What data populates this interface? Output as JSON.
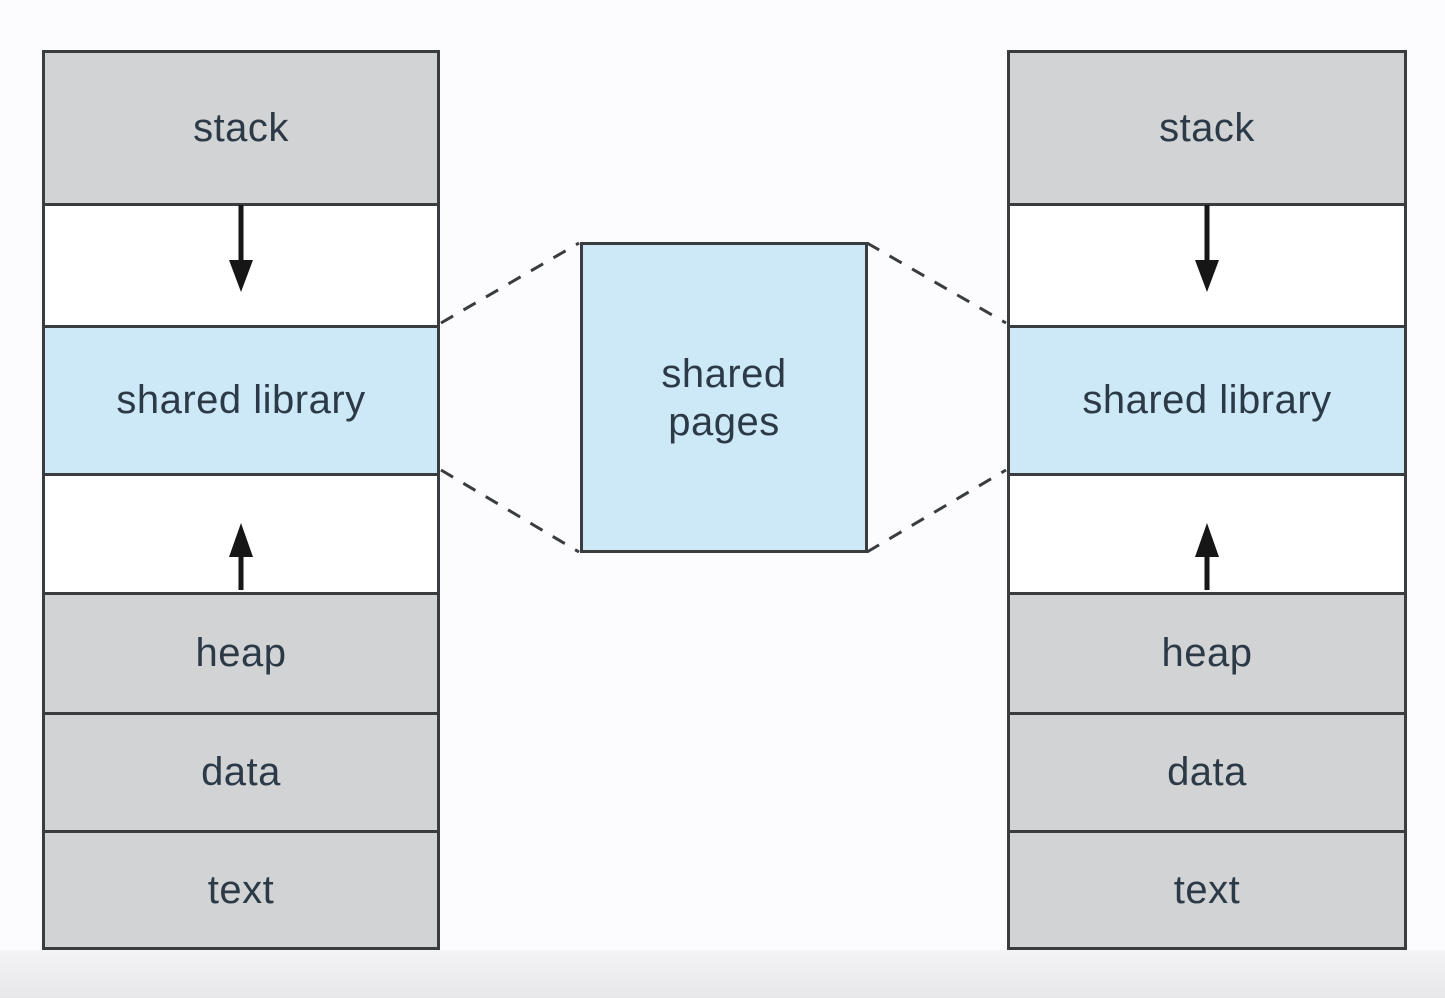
{
  "colors": {
    "background": "#fcfbfd",
    "box_gray": "#d2d3d5",
    "box_blue": "#cde9f7",
    "line": "#3a3d40",
    "label": "#2c3a47",
    "arrow": "#161616",
    "footer_strip": "#ebebed"
  },
  "left_process": {
    "stack_label": "stack",
    "shared_library_label": "shared library",
    "heap_label": "heap",
    "data_label": "data",
    "text_label": "text"
  },
  "center": {
    "shared_pages_label": "shared pages"
  },
  "right_process": {
    "stack_label": "stack",
    "shared_library_label": "shared library",
    "heap_label": "heap",
    "data_label": "data",
    "text_label": "text"
  }
}
